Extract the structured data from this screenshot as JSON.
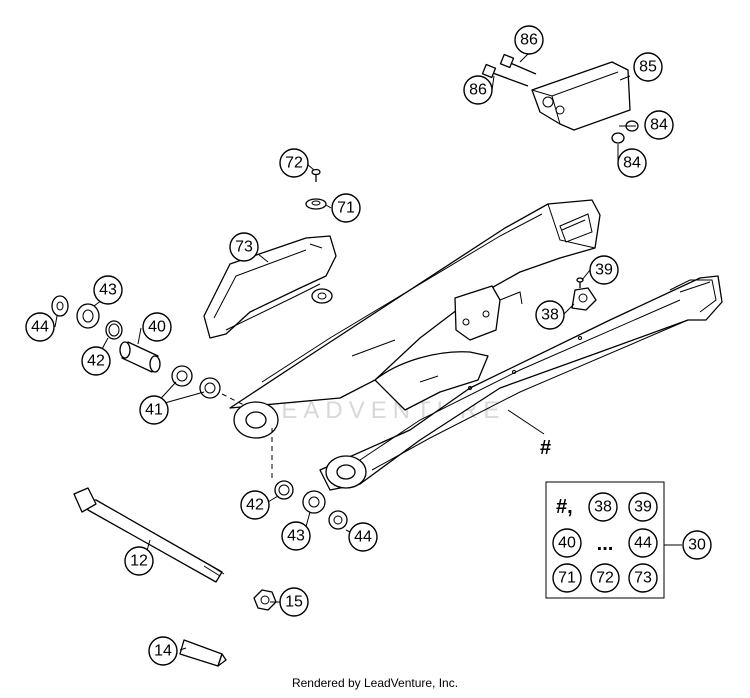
{
  "watermark": "LEADVENTURE",
  "footer": "Rendered by LeadVenture, Inc.",
  "hash_symbol": "#",
  "legend": {
    "total": "30",
    "row1": {
      "hash": "#,",
      "a": "38",
      "b": "39"
    },
    "row2": {
      "a": "40",
      "dots": "...",
      "b": "44"
    },
    "row3": {
      "a": "71",
      "b": "72",
      "c": "73"
    }
  },
  "callouts": {
    "c86a": "86",
    "c86b": "86",
    "c85": "85",
    "c84a": "84",
    "c84b": "84",
    "c72": "72",
    "c71": "71",
    "c73": "73",
    "c39": "39",
    "c38": "38",
    "c43a": "43",
    "c44a": "44",
    "c40": "40",
    "c42a": "42",
    "c41": "41",
    "c42b": "42",
    "c43b": "43",
    "c44b": "44",
    "c12": "12",
    "c15": "15",
    "c14": "14"
  }
}
